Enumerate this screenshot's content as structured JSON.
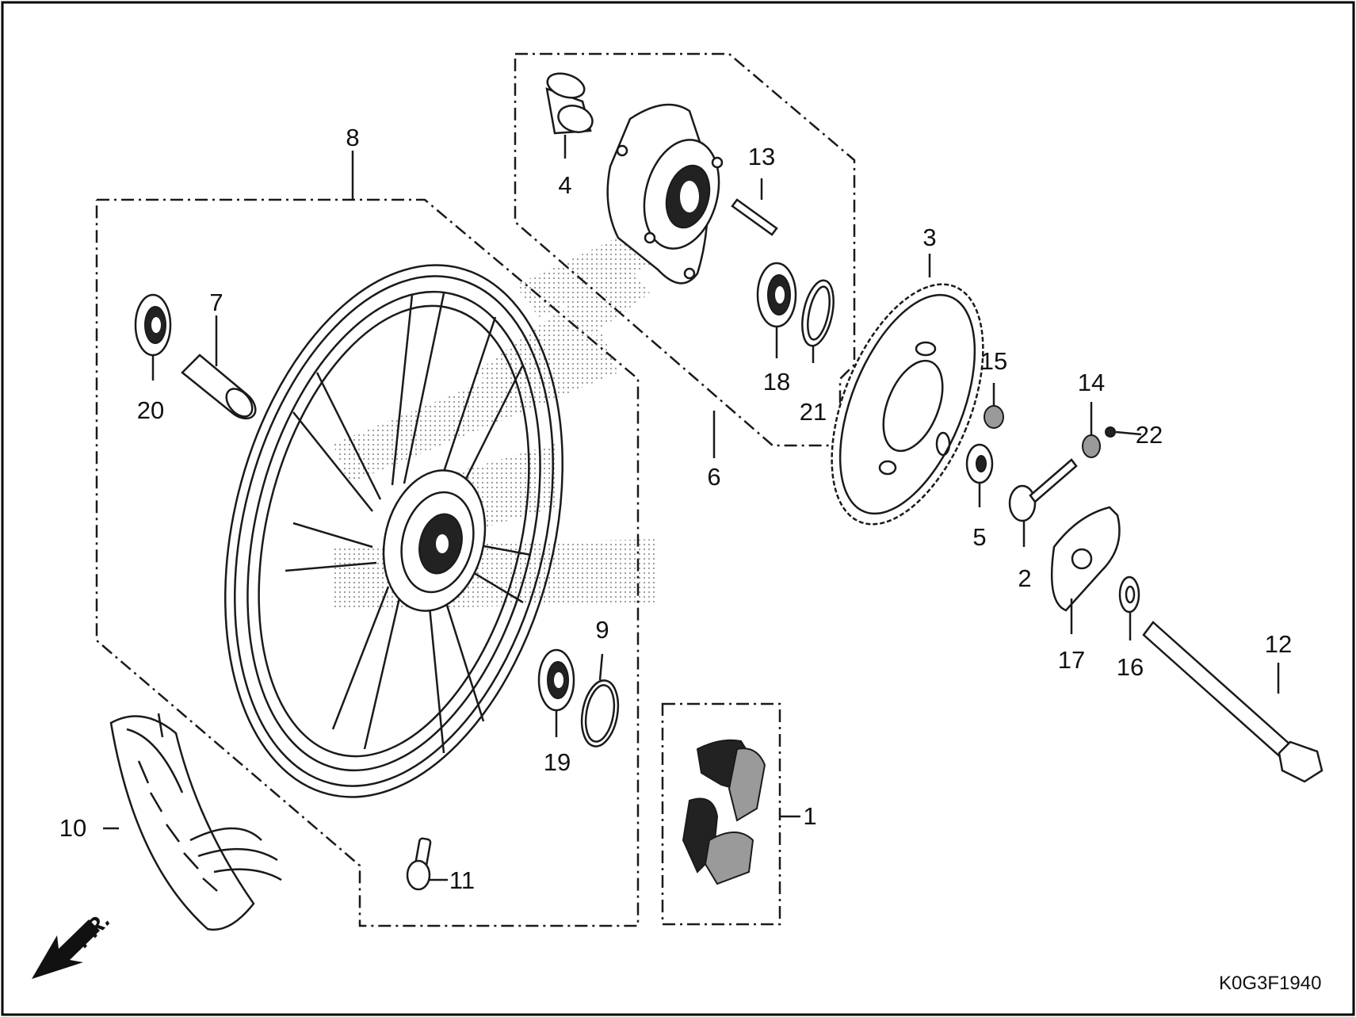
{
  "diagram": {
    "diagram_code": "K0G3F1940",
    "direction_label": "FR.",
    "callouts": [
      "1",
      "2",
      "3",
      "4",
      "5",
      "6",
      "7",
      "8",
      "9",
      "10",
      "11",
      "12",
      "13",
      "14",
      "15",
      "16",
      "17",
      "18",
      "19",
      "20",
      "21",
      "22"
    ],
    "icons": [
      "front-direction-arrow-icon",
      "brand-watermark"
    ]
  }
}
